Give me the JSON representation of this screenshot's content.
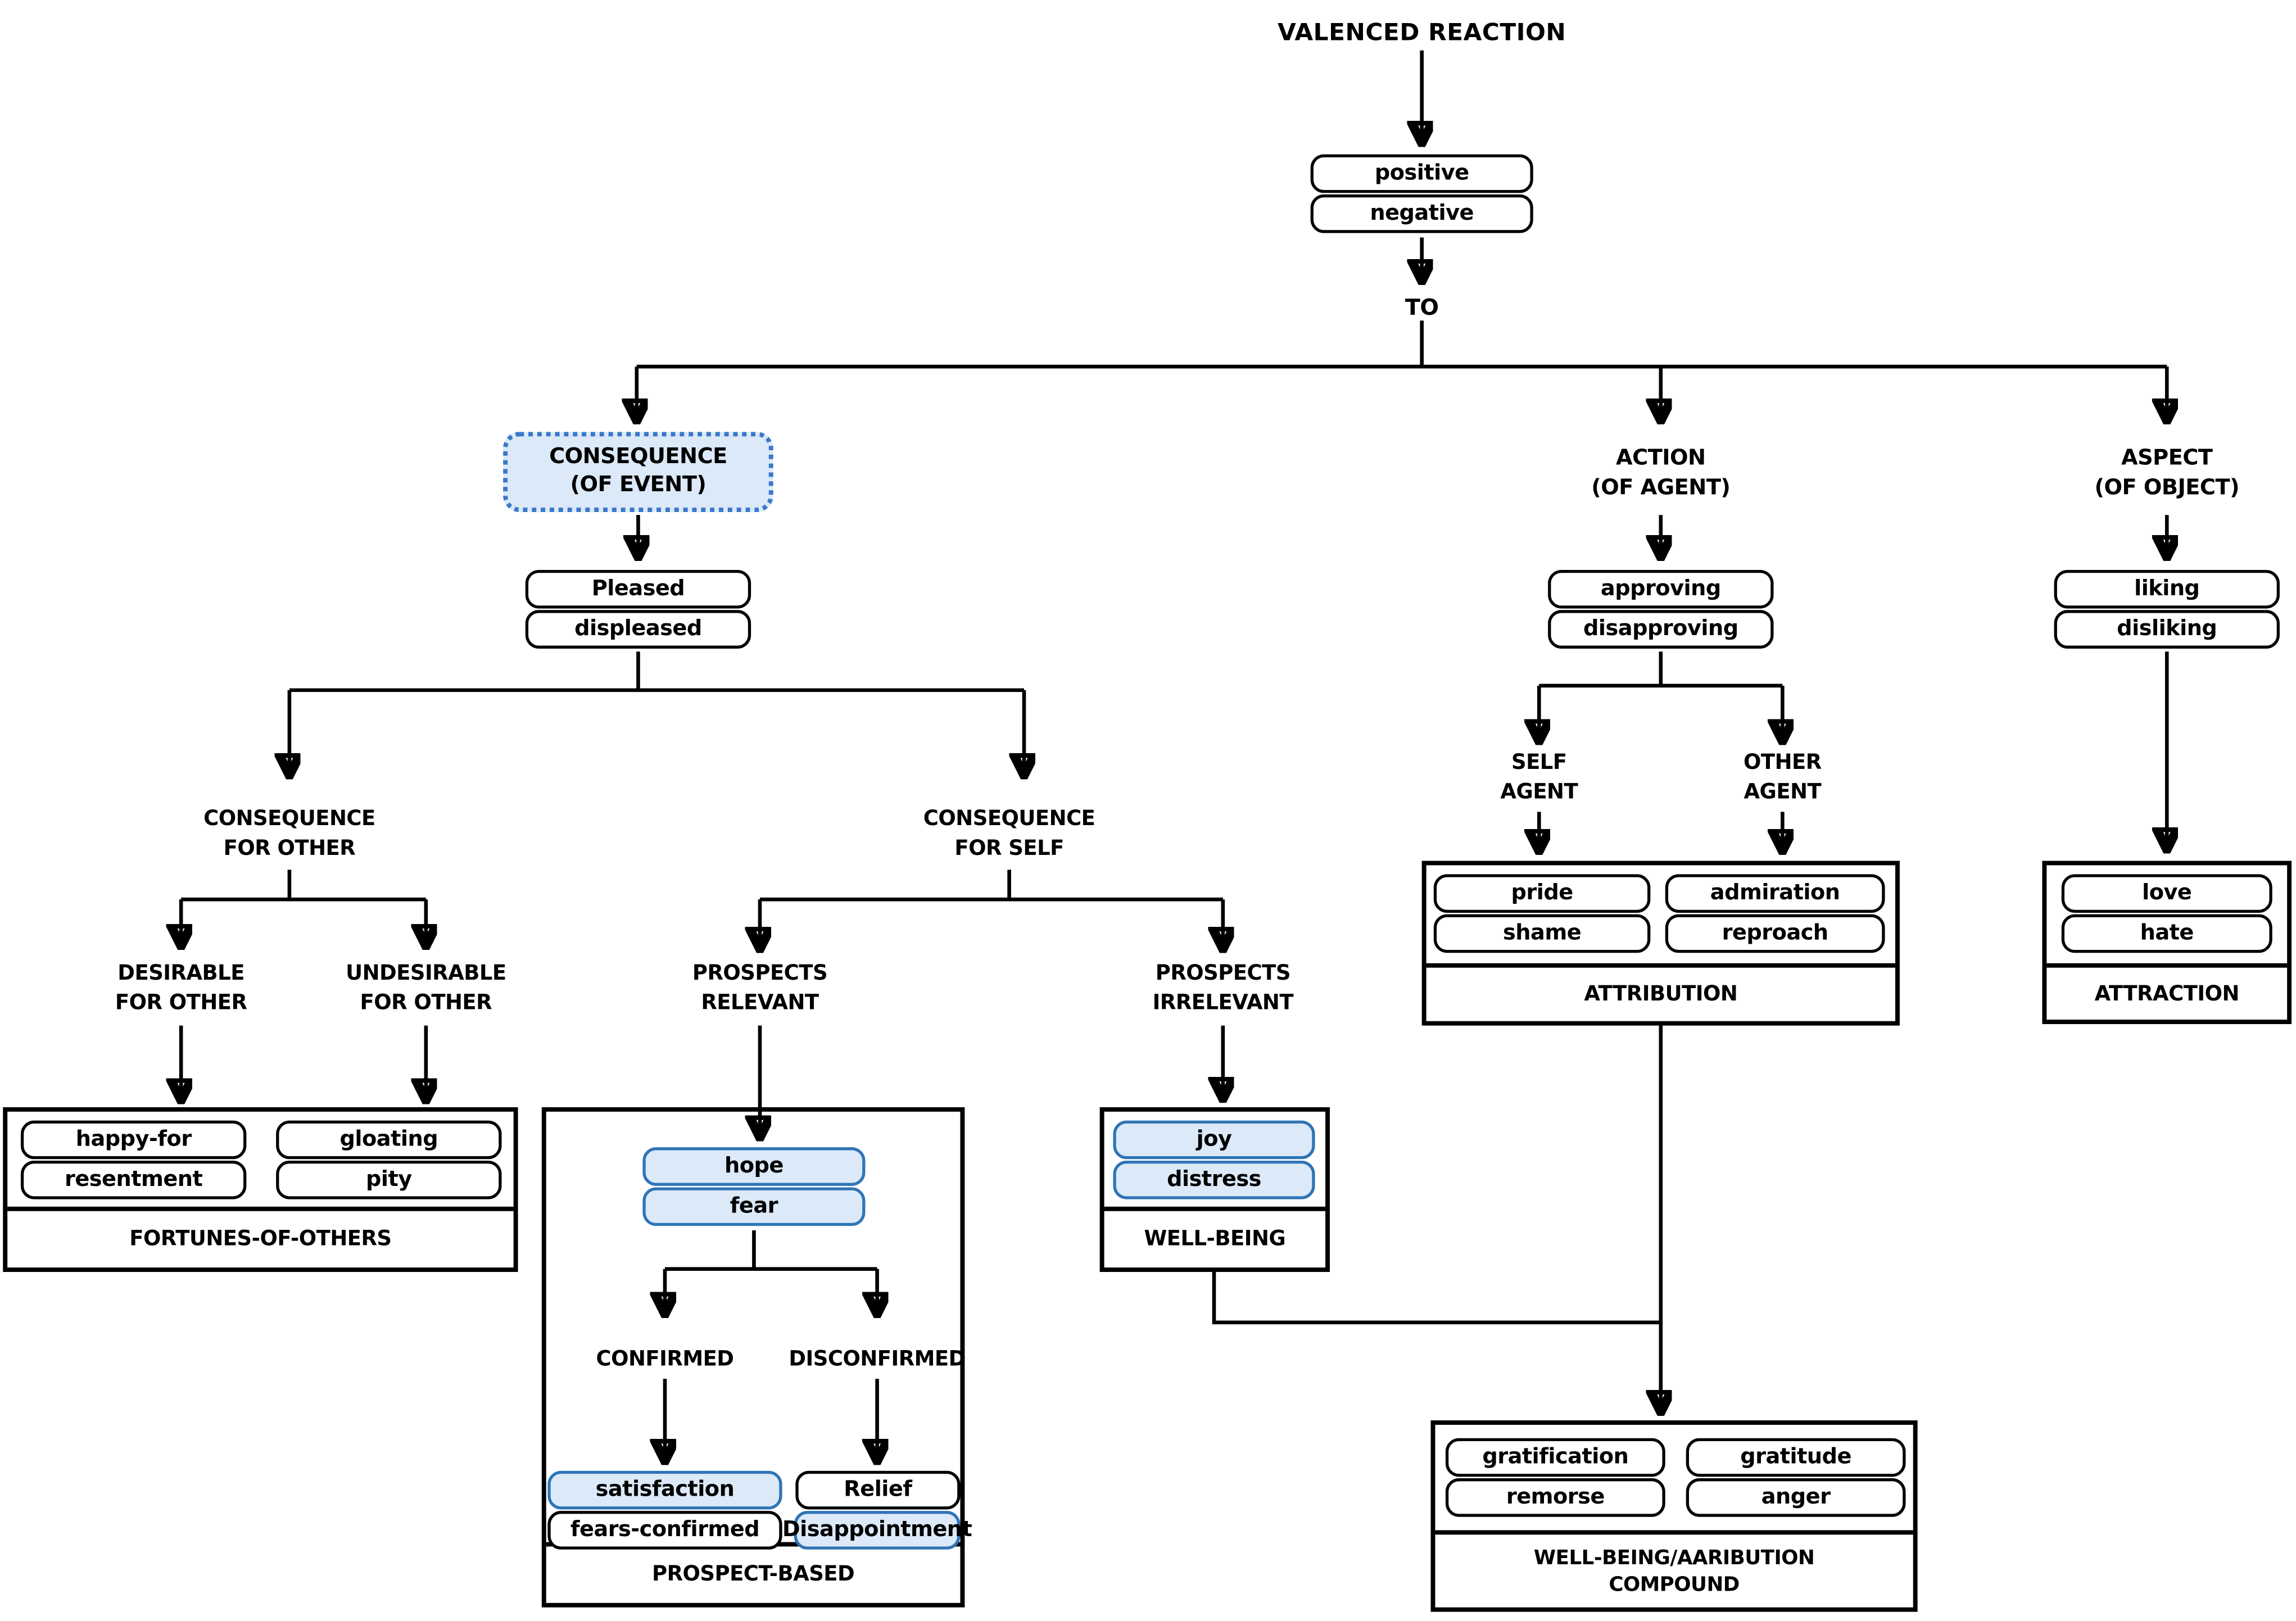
{
  "palette": {
    "highlight_fill": "#dbe9f8",
    "highlight_border": "#2e75b6",
    "dotted_border": "#3a78c9",
    "line_color": "#000000"
  },
  "root": {
    "title": "VALENCED REACTION",
    "valence": [
      "positive",
      "negative"
    ],
    "connector": "TO"
  },
  "consequence_branch": {
    "header": [
      "CONSEQUENCE",
      "(OF EVENT)"
    ],
    "highlighted": true,
    "reaction": [
      "Pleased",
      "displeased"
    ],
    "other": {
      "header": [
        "CONSEQUENCE",
        "FOR OTHER"
      ],
      "desirable": [
        "DESIRABLE",
        "FOR OTHER"
      ],
      "undesirable": [
        "UNDESIRABLE",
        "FOR OTHER"
      ],
      "fortunes": {
        "label": "FORTUNES-OF-OTHERS",
        "left": [
          "happy-for",
          "resentment"
        ],
        "right": [
          "gloating",
          "pity"
        ]
      }
    },
    "self": {
      "header": [
        "CONSEQUENCE",
        "FOR SELF"
      ],
      "relevant": [
        "PROSPECTS",
        "RELEVANT"
      ],
      "irrelevant": [
        "PROSPECTS",
        "IRRELEVANT"
      ],
      "prospect_based": {
        "label": "PROSPECT-BASED",
        "pair": [
          "hope",
          "fear"
        ],
        "confirmed": "CONFIRMED",
        "disconfirmed": "DISCONFIRMED",
        "confirmed_pair": [
          "satisfaction",
          "fears-confirmed"
        ],
        "disconfirmed_pair": [
          "Relief",
          "Disappointment"
        ]
      },
      "well_being": {
        "label": "WELL-BEING",
        "pair": [
          "joy",
          "distress"
        ]
      }
    }
  },
  "action_branch": {
    "header": [
      "ACTION",
      "(OF AGENT)"
    ],
    "reaction": [
      "approving",
      "disapproving"
    ],
    "self_agent": [
      "SELF",
      "AGENT"
    ],
    "other_agent": [
      "OTHER",
      "AGENT"
    ],
    "attribution": {
      "label": "ATTRIBUTION",
      "left": [
        "pride",
        "shame"
      ],
      "right": [
        "admiration",
        "reproach"
      ]
    },
    "compound": {
      "label": [
        "WELL-BEING/AARIBUTION",
        "COMPOUND"
      ],
      "left": [
        "gratification",
        "remorse"
      ],
      "right": [
        "gratitude",
        "anger"
      ]
    }
  },
  "aspect_branch": {
    "header": [
      "ASPECT",
      "(OF OBJECT)"
    ],
    "reaction": [
      "liking",
      "disliking"
    ],
    "attraction": {
      "label": "ATTRACTION",
      "pair": [
        "love",
        "hate"
      ]
    }
  }
}
